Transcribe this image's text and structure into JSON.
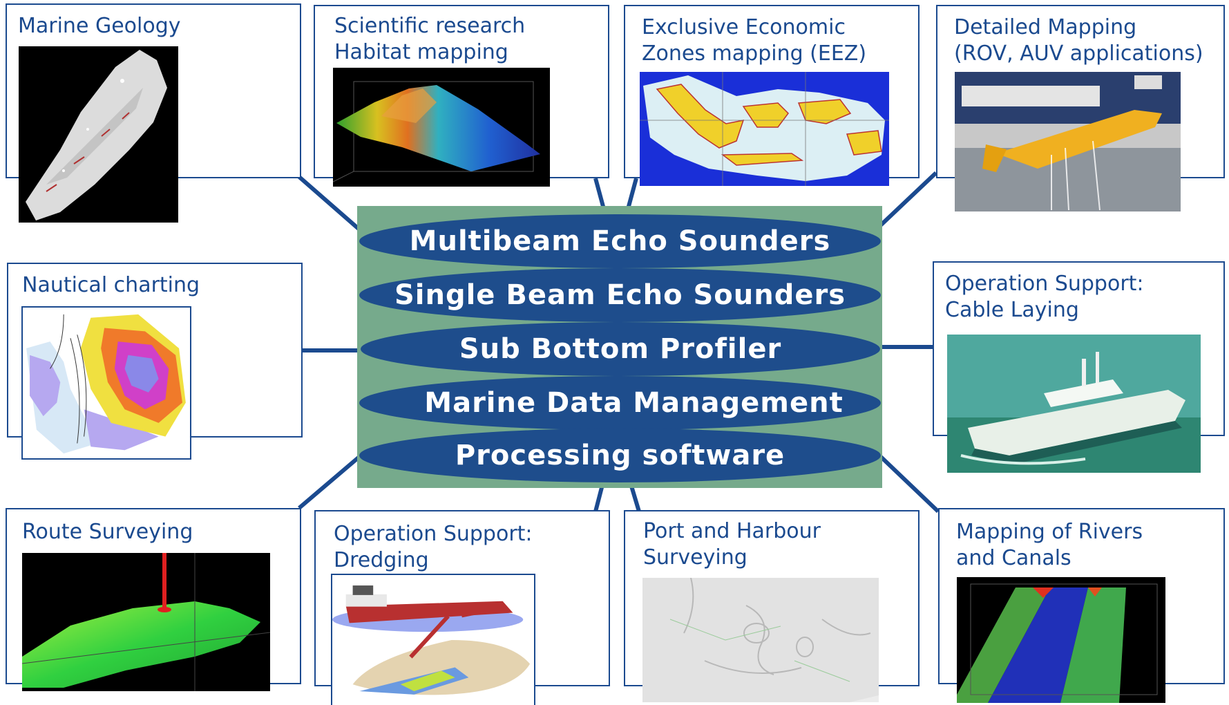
{
  "hub": {
    "technologies": [
      "Multibeam Echo Sounders",
      "Single Beam Echo Sounders",
      "Sub Bottom Profiler",
      "Marine Data Management",
      "Processing software"
    ]
  },
  "applications": {
    "marine_geology": "Marine Geology",
    "scientific_research": "Scientific research\nHabitat mapping",
    "eez_mapping": "Exclusive Economic\nZones mapping (EEZ)",
    "detailed_mapping": "Detailed Mapping\n(ROV, AUV applications)",
    "nautical_charting": "Nautical charting",
    "cable_laying": "Operation Support:\nCable Laying",
    "route_surveying": "Route Surveying",
    "dredging": "Operation Support:\nDredging",
    "port_harbour": "Port and Harbour\nSurveying",
    "rivers_canals": "Mapping of Rivers\nand Canals"
  },
  "colors": {
    "accent": "#1b4a8f",
    "hub_background": "#76aa8c",
    "pill": "#1e4d8c"
  }
}
